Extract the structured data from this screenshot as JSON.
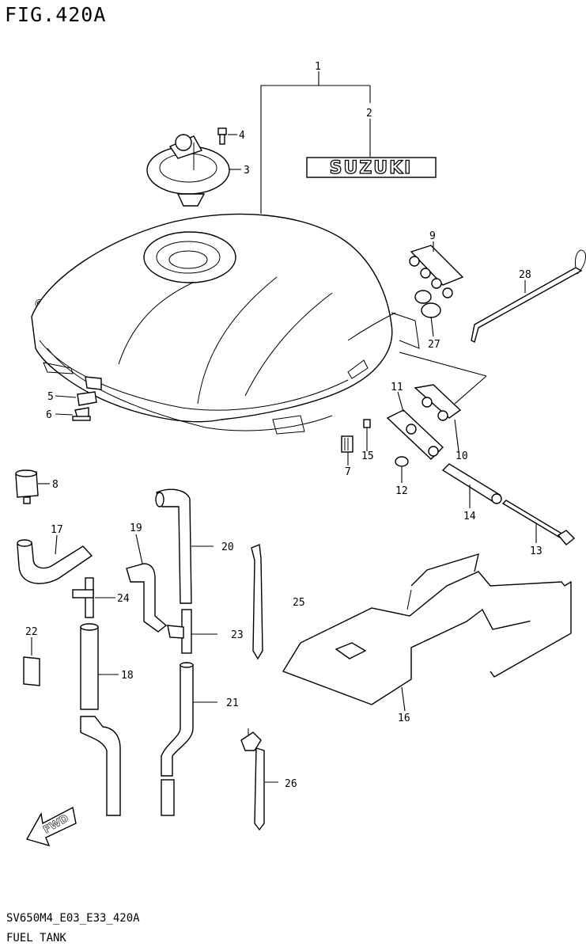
{
  "header": {
    "figure_title": "FIG.420A"
  },
  "footer": {
    "code": "SV650M4_E03_E33_420A",
    "name": "FUEL TANK"
  },
  "watermark": "© Partzilla.com",
  "brand_text": "SUZUKI",
  "fwd_text": "FWD",
  "callouts": [
    "1",
    "2",
    "3",
    "4",
    "5",
    "6",
    "7",
    "8",
    "9",
    "10",
    "11",
    "12",
    "13",
    "14",
    "15",
    "16",
    "17",
    "18",
    "19",
    "20",
    "21",
    "22",
    "23",
    "24",
    "25",
    "26",
    "27",
    "28"
  ]
}
